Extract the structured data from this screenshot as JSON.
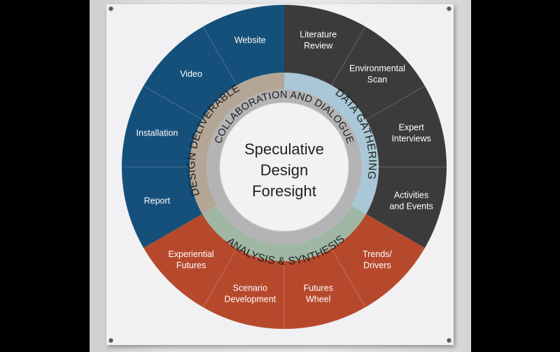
{
  "center": {
    "lines": [
      "Speculative",
      "Design",
      "Foresight"
    ]
  },
  "rings": {
    "collaboration": "COLLABORATION AND DIALOGUE",
    "design_deliverable": "DESIGN DELIVERABLE",
    "data_gathering": "DATA GATHERING",
    "analysis_synthesis": "ANALYSIS & SYNTHESIS"
  },
  "segments": {
    "data_gathering": [
      {
        "lines": [
          "Literature",
          "Review"
        ]
      },
      {
        "lines": [
          "Environmental",
          "Scan"
        ]
      },
      {
        "lines": [
          "Expert",
          "Interviews"
        ]
      },
      {
        "lines": [
          "Activities",
          "and Events"
        ]
      }
    ],
    "analysis_synthesis": [
      {
        "lines": [
          "Trends/",
          "Drivers"
        ]
      },
      {
        "lines": [
          "Futures",
          "Wheel"
        ]
      },
      {
        "lines": [
          "Scenario",
          "Development"
        ]
      },
      {
        "lines": [
          "Experiential",
          "Futures"
        ]
      }
    ],
    "design_deliverable": [
      {
        "lines": [
          "Report"
        ]
      },
      {
        "lines": [
          "Installation"
        ]
      },
      {
        "lines": [
          "Video"
        ]
      },
      {
        "lines": [
          "Website"
        ]
      }
    ]
  },
  "colors": {
    "data_gathering_outer": "#3b3b3c",
    "analysis_outer": "#b6492c",
    "deliverable_outer": "#14507a",
    "data_gathering_ring": "#a9c7d6",
    "analysis_ring": "#9fb7a3",
    "deliverable_ring": "#b3a696",
    "collaboration_ring": "#b4b4b6",
    "center": "#f2f2f2",
    "divider": "#8a8a8a"
  }
}
